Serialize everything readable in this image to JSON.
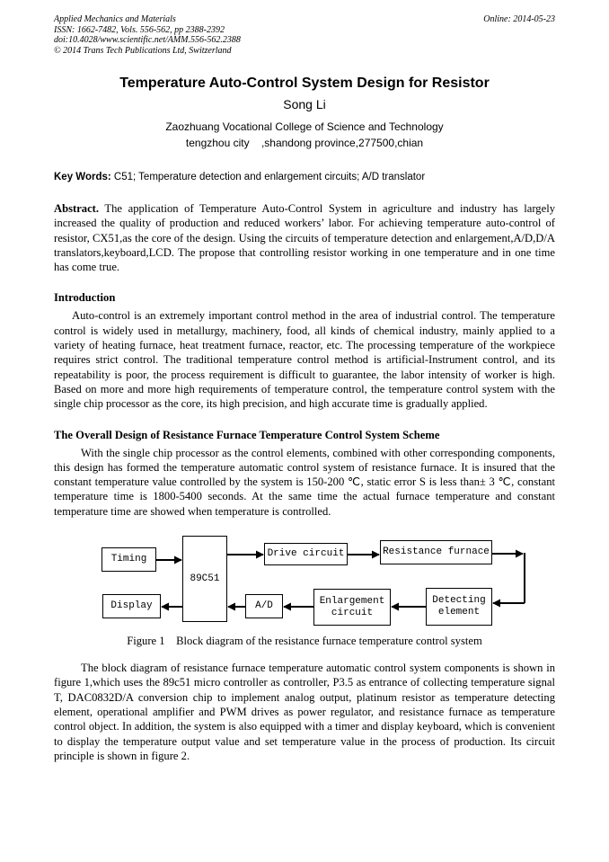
{
  "page": {
    "header": {
      "journal": "Applied Mechanics and Materials",
      "issn_line": "ISSN: 1662-7482, Vols. 556-562, pp 2388-2392",
      "doi_line": "doi:10.4028/www.scientific.net/AMM.556-562.2388",
      "copyright_line": "© 2014 Trans Tech Publications Ltd, Switzerland",
      "online_date": "Online: 2014-05-23"
    },
    "title": "Temperature Auto-Control System Design for Resistor",
    "author": "Song Li",
    "affiliation": "Zaozhuang Vocational College of Science and Technology",
    "address": "tengzhou city    ,shandong province,277500,chian",
    "keywords": {
      "label": "Key Words:",
      "text": "C51; Temperature detection and enlargement circuits; A/D translator"
    },
    "abstract": {
      "label": "Abstract.",
      "text": "The application of Temperature Auto-Control System in agriculture and industry has largely increased the quality of production and reduced workers’ labor. For achieving temperature auto-control of resistor, CX51,as the core of the design. Using the circuits of temperature detection and enlargement,A/D,D/A translators,keyboard,LCD. The propose that controlling resistor working in one temperature and in one time has come true."
    },
    "sections": [
      {
        "heading": "Introduction",
        "paragraph": "Auto-control is an extremely important control method in the area of industrial control. The temperature control is widely used in metallurgy, machinery, food, all kinds of chemical industry, mainly applied to a variety of heating furnace, heat treatment furnace, reactor, etc. The processing temperature of the workpiece requires strict control. The traditional temperature control method is artificial-Instrument control, and its repeatability is poor, the process requirement is difficult to guarantee, the labor intensity of worker is high. Based on more and more high requirements of temperature control, the temperature control system with the single chip processor as the core, its high precision, and high accurate time is gradually applied."
      },
      {
        "heading": "The Overall Design of Resistance Furnace Temperature Control System Scheme",
        "paragraph": "With the single chip processor as the control elements, combined with other corresponding components, this design has formed the temperature automatic control system of resistance furnace. It is insured that the constant temperature value controlled by the system is 150-200 ℃, static error S is less than± 3 ℃, constant temperature time is 1800-5400 seconds. At the same time the actual furnace temperature and constant temperature time are showed when temperature is controlled."
      }
    ],
    "figure": {
      "caption": "Figure 1    Block diagram of the resistance furnace temperature control system",
      "boxes": [
        {
          "label": "Timing"
        },
        {
          "label": "89C51"
        },
        {
          "label": "Drive circuit"
        },
        {
          "label": "Resistance furnace"
        },
        {
          "label": "Display"
        },
        {
          "label": "A/D"
        },
        {
          "label": "Enlargement\ncircuit"
        },
        {
          "label": "Detecting\nelement"
        }
      ]
    },
    "closing_paragraph": "The block diagram of resistance furnace temperature automatic control system components is shown in figure 1,which uses the 89c51 micro controller as controller, P3.5 as entrance of collecting temperature signal T, DAC0832D/A conversion chip to implement analog output, platinum resistor as temperature detecting element, operational amplifier and PWM drives as power regulator, and resistance furnace as temperature control object. In addition, the system is also equipped with a timer and display keyboard, which is convenient to display the temperature output value and set temperature value in the process of production. Its circuit principle is shown in figure 2."
  }
}
